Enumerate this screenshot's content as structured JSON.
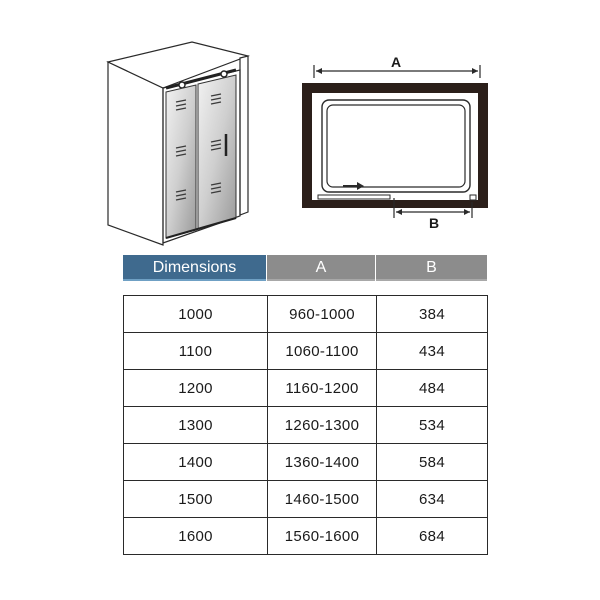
{
  "plan": {
    "label_a": "A",
    "label_b": "B"
  },
  "table": {
    "headers": [
      "Dimensions",
      "A",
      "B"
    ],
    "rows": [
      [
        "1000",
        "960-1000",
        "384"
      ],
      [
        "1100",
        "1060-1100",
        "434"
      ],
      [
        "1200",
        "1160-1200",
        "484"
      ],
      [
        "1300",
        "1260-1300",
        "534"
      ],
      [
        "1400",
        "1360-1400",
        "584"
      ],
      [
        "1500",
        "1460-1500",
        "634"
      ],
      [
        "1600",
        "1560-1600",
        "684"
      ]
    ]
  },
  "colors": {
    "header_primary": "#3f6a8e",
    "header_secondary": "#8c8c8c",
    "frame": "#2b1f1a"
  }
}
